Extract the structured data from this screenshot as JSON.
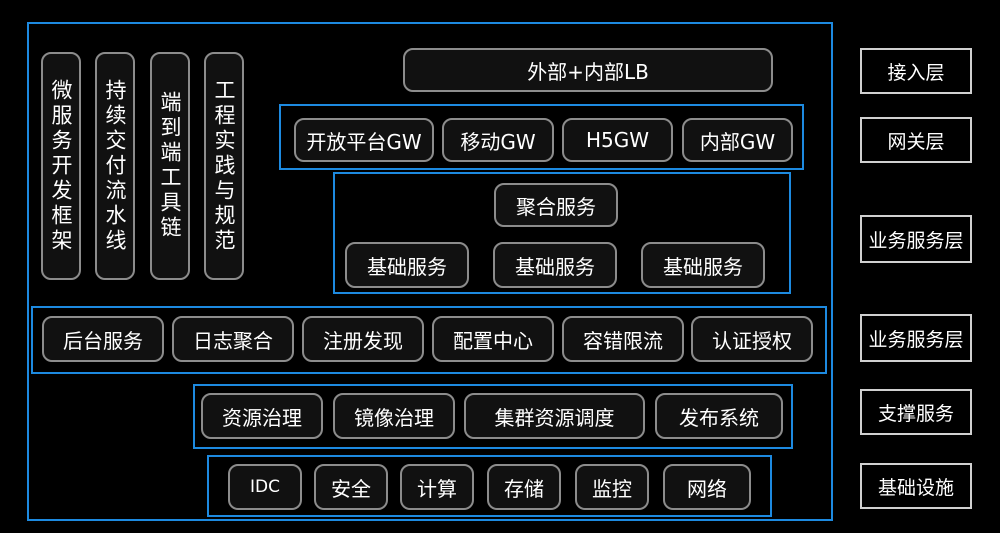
{
  "vertical_items": [
    "微服务开发框架",
    "持续交付流水线",
    "端到端工具链",
    "工程实践与规范"
  ],
  "lb": "外部+内部LB",
  "gateways": [
    "开放平台GW",
    "移动GW",
    "H5GW",
    "内部GW"
  ],
  "aggregate": "聚合服务",
  "base_services": [
    "基础服务",
    "基础服务",
    "基础服务"
  ],
  "platform": [
    "后台服务",
    "日志聚合",
    "注册发现",
    "配置中心",
    "容错限流",
    "认证授权"
  ],
  "support": [
    "资源治理",
    "镜像治理",
    "集群资源调度",
    "发布系统"
  ],
  "infra": [
    "IDC",
    "安全",
    "计算",
    "存储",
    "监控",
    "网络"
  ],
  "layers": [
    "接入层",
    "网关层",
    "业务服务层",
    "业务服务层",
    "支撑服务",
    "基础设施"
  ],
  "colors": {
    "frame": "#1d8ae0",
    "pill_border": "#8c8c8c",
    "layer_border": "#d0d0d0"
  }
}
